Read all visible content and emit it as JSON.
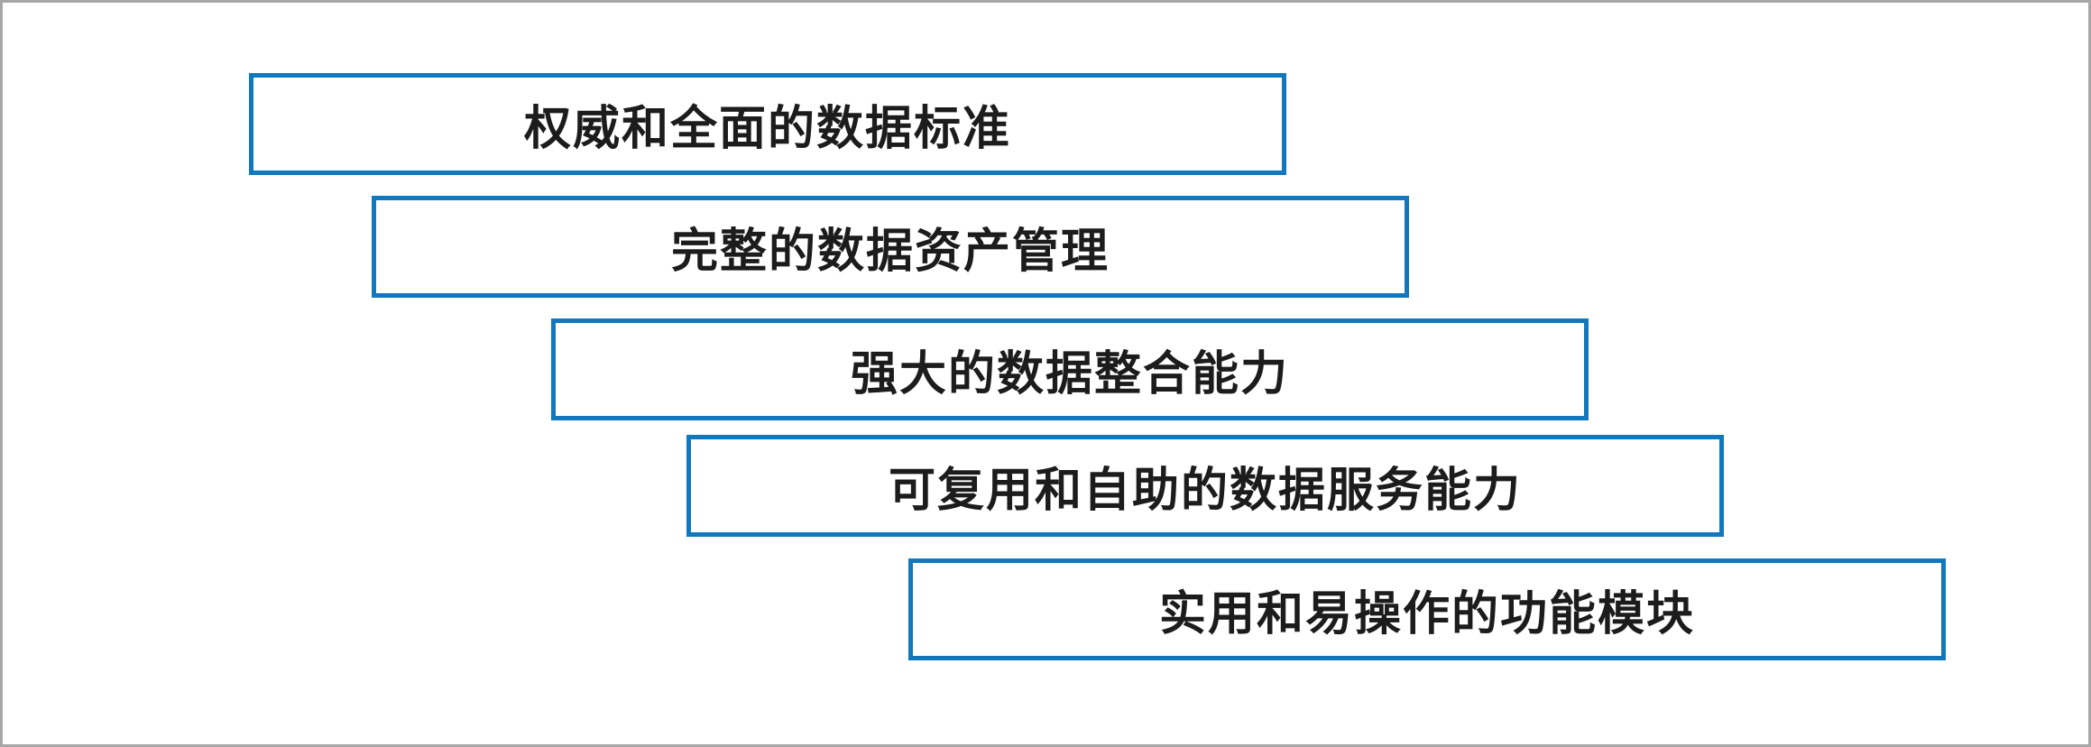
{
  "diagram": {
    "accent_color": "#1278bd",
    "frame_border_color": "#a7a7a7",
    "text_color": "#1c1c1c",
    "items": [
      {
        "label": "权威和全面的数据标准"
      },
      {
        "label": "完整的数据资产管理"
      },
      {
        "label": "强大的数据整合能力"
      },
      {
        "label": "可复用和自助的数据服务能力"
      },
      {
        "label": "实用和易操作的功能模块"
      }
    ]
  }
}
